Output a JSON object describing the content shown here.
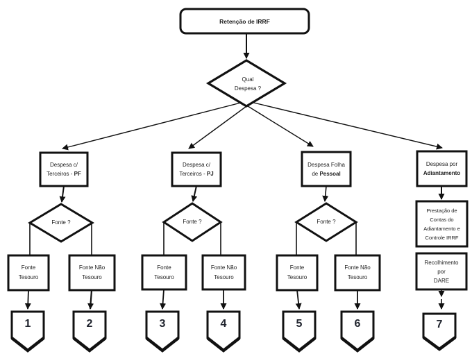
{
  "flowchart": {
    "root": {
      "label": "Retenção de IRRF"
    },
    "main_decision": {
      "line1": "Qual",
      "line2": "Despesa ?"
    },
    "branches": [
      {
        "line1": "Despesa c/",
        "line2_normal": "Terceiros - ",
        "line2_bold": "PF"
      },
      {
        "line1": "Despesa c/",
        "line2_normal": "Terceiros - ",
        "line2_bold": "PJ"
      },
      {
        "line1": "Despesa Folha",
        "line2_normal": "de ",
        "line2_bold": "Pessoal"
      },
      {
        "line1": "Despesa por",
        "line2_normal": "",
        "line2_bold": "Adiantamento"
      }
    ],
    "source_decision": {
      "label": "Fonte ?"
    },
    "source_boxes": [
      {
        "line1": "Fonte",
        "line2": "Tesouro"
      },
      {
        "line1": "Fonte Não",
        "line2": "Tesouro"
      },
      {
        "line1": "Fonte",
        "line2": "Tesouro"
      },
      {
        "line1": "Fonte Não",
        "line2": "Tesouro"
      },
      {
        "line1": "Fonte",
        "line2": "Tesouro"
      },
      {
        "line1": "Fonte Não",
        "line2": "Tesouro"
      }
    ],
    "advance_steps": [
      {
        "line1": "Prestação de",
        "line2": "Contas  do",
        "line3": "Adiantamento e",
        "line4": "Controle IRRF"
      },
      {
        "line1": "Recolhimento",
        "line2": "por",
        "line3": "DARE"
      }
    ],
    "terminators": [
      "1",
      "2",
      "3",
      "4",
      "5",
      "6",
      "7"
    ]
  },
  "colors": {
    "stroke": "#111111",
    "text": "#1b1b1b",
    "background": "#ffffff"
  }
}
